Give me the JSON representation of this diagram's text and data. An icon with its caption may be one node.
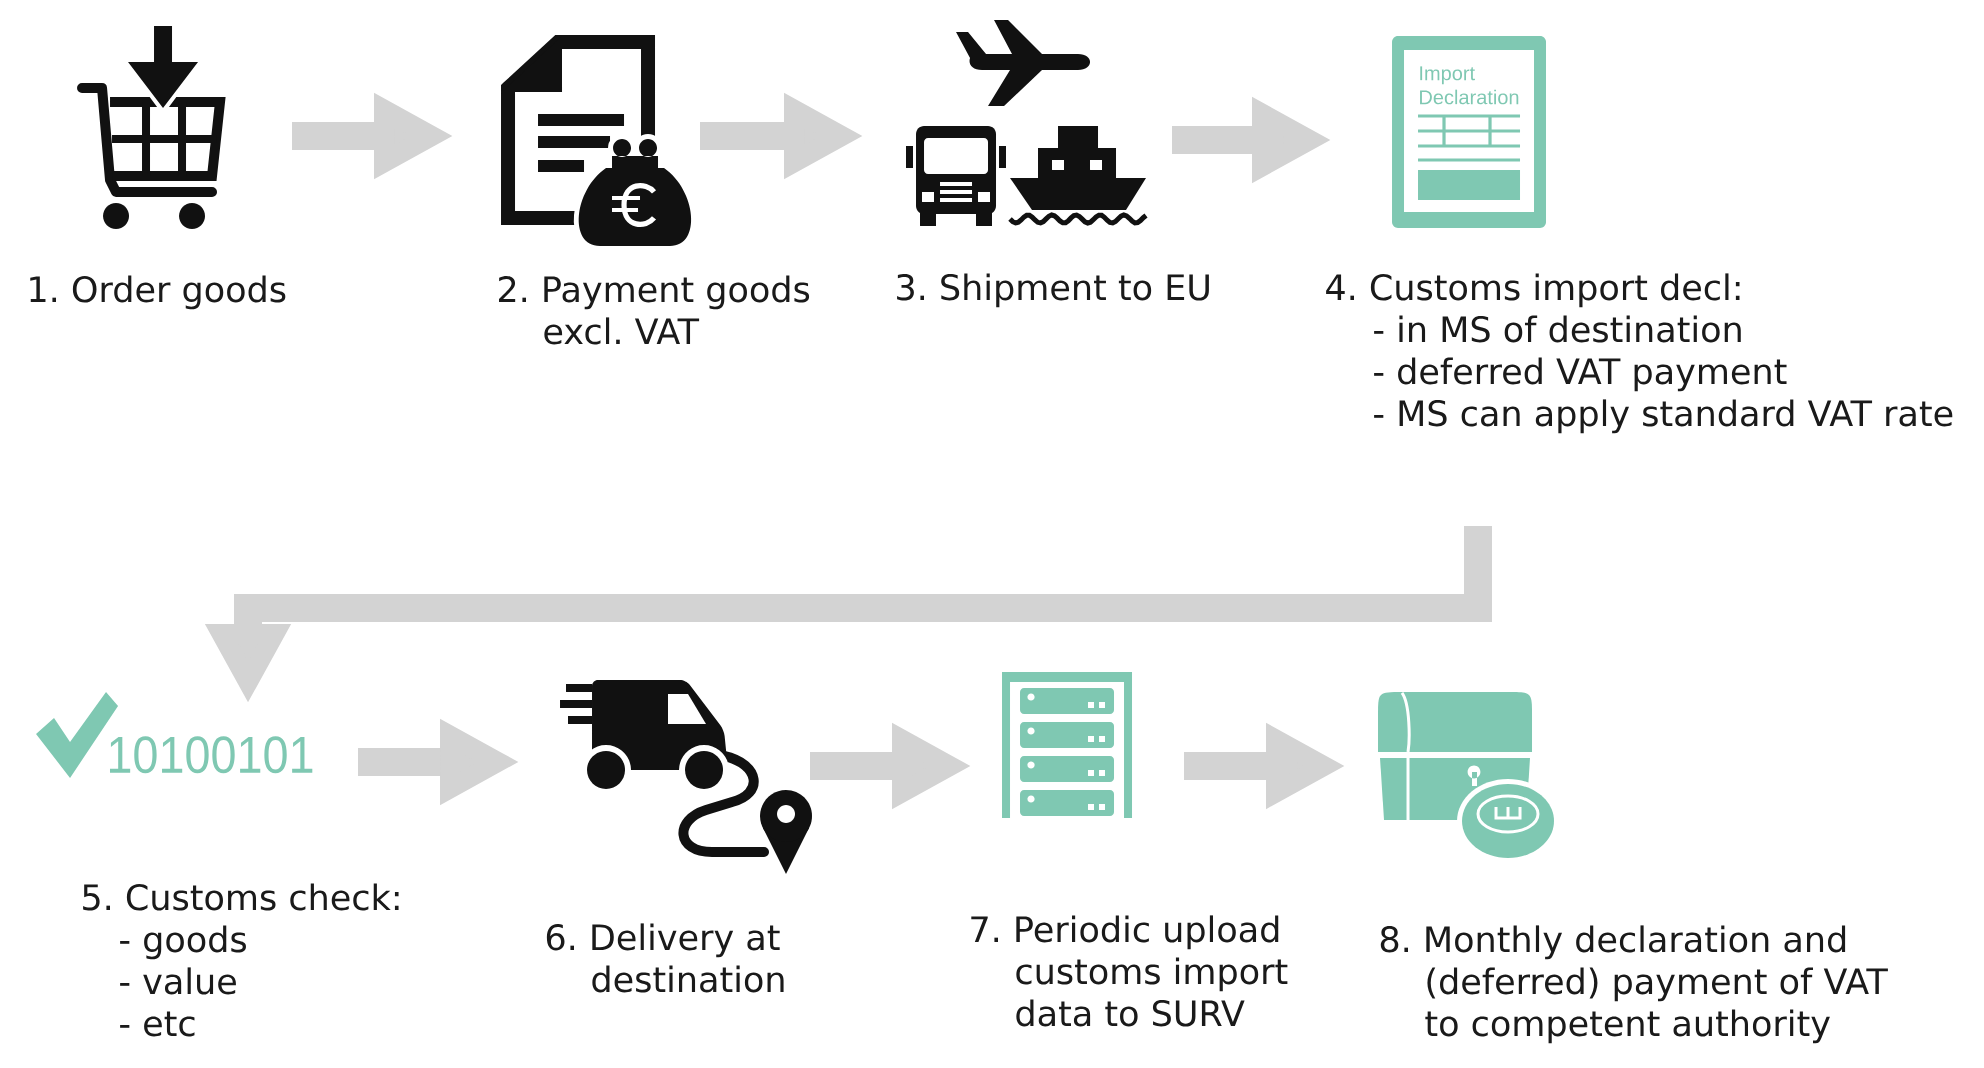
{
  "diagram": {
    "nodes": [
      {
        "text": [],
        "shape": "picture",
        "beside": [
          "1. Order goods"
        ]
      },
      {
        "text": [],
        "shape": "picture",
        "beside": [
          "2. Payment goods excl. VAT"
        ]
      },
      {
        "text": [],
        "shape": "picture",
        "beside": [
          "3. Shipment to EU"
        ]
      },
      {
        "text": [
          "Import Declaration"
        ],
        "beside": [
          "4. Customs import decl:",
          "- in MS of destination",
          "- deferred VAT payment",
          "- MS can apply standard VAT rate"
        ]
      },
      {
        "text": [
          "10100101"
        ],
        "beside": [
          "5. Customs check:",
          "- goods",
          "- value",
          "- etc"
        ]
      },
      {
        "text": [],
        "shape": "picture",
        "beside": [
          "6. Delivery at destination"
        ]
      },
      {
        "text": [],
        "shape": "picture",
        "beside": [
          "7. Periodic upload customs import data to SURV"
        ]
      },
      {
        "text": [],
        "shape": "picture",
        "beside": [
          "8. Monthly declaration and (deferred) payment of VAT to competent authority"
        ]
      }
    ],
    "edges": [
      {
        "from": 0,
        "to": 1,
        "arrow": "to"
      },
      {
        "from": 1,
        "to": 2,
        "arrow": "to"
      },
      {
        "from": 2,
        "to": 3,
        "arrow": "to"
      },
      {
        "from": 3,
        "to": 4,
        "arrow": "to"
      },
      {
        "from": 4,
        "to": 5,
        "arrow": "to"
      },
      {
        "from": 5,
        "to": 6,
        "arrow": "to"
      },
      {
        "from": 6,
        "to": 7,
        "arrow": "to"
      }
    ]
  }
}
